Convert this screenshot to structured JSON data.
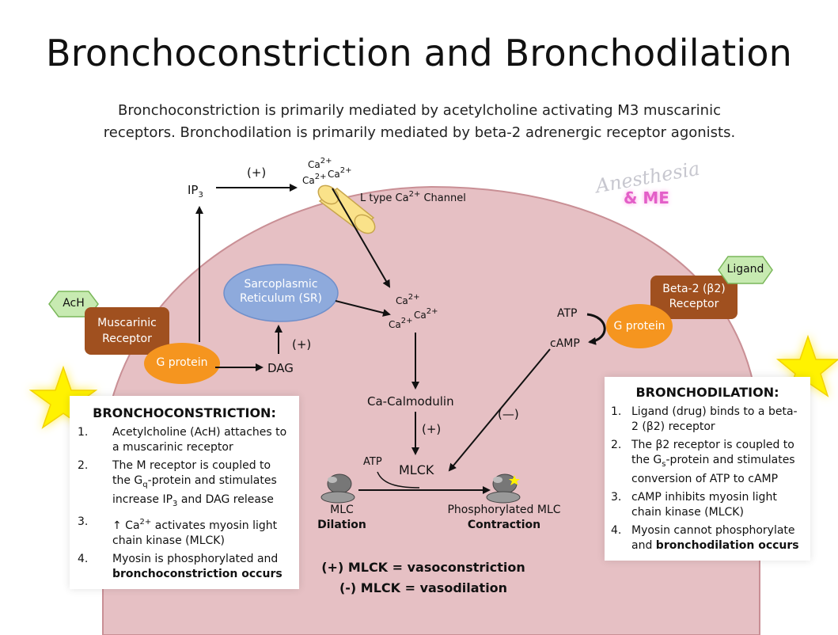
{
  "title": "Bronchoconstriction and Bronchodilation",
  "subtitle_line1": "Bronchoconstriction is primarily mediated by acetylcholine activating M3 muscarinic",
  "subtitle_line2": "receptors. Bronchodilation is primarily mediated by beta-2 adrenergic receptor agonists.",
  "brand": {
    "script": "Anesthesia",
    "me": "& ME"
  },
  "colors": {
    "cell": "#e6c0c4",
    "cell_border": "#c98f95",
    "receptor": "#a0501f",
    "g_protein": "#f5951f",
    "ligand": "#c7eab1",
    "sr": "#8eaadc",
    "channel": "#fae28a",
    "star": "#fff200"
  },
  "labels": {
    "ip3": "IP",
    "ip3_sub": "3",
    "plus_top": "(+)",
    "ca": "Ca",
    "ca_sup": "2+",
    "l_type": "L type Ca",
    "l_type_sup": "2+",
    "l_type_end": " Channel",
    "sr_line1": "Sarcoplasmic",
    "sr_line2": "Reticulum (SR)",
    "ach": "AcH",
    "muscarinic_line1": "Muscarinic",
    "muscarinic_line2": "Receptor",
    "g_protein": "G protein",
    "dag": "DAG",
    "plus_dag": "(+)",
    "ca_calmodulin": "Ca-Calmodulin",
    "plus_mlck": "(+)",
    "minus": "(—)",
    "atp": "ATP",
    "camp": "cAMP",
    "mlck": "MLCK",
    "atp_mlc": "ATP",
    "mlc": "MLC",
    "dilation": "Dilation",
    "phos_mlc": "Phosphorylated MLC",
    "contraction": "Contraction",
    "ligand": "Ligand",
    "beta_line1": "Beta-2 (β2)",
    "beta_line2": "Receptor",
    "g_protein_right": "G protein",
    "vaso_line1": "(+) MLCK = vasoconstriction",
    "vaso_line2": "(-) MLCK = vasodilation"
  },
  "constriction": {
    "heading": "BRONCHOCONSTRICTION:",
    "items": [
      {
        "num": "1.",
        "text": "Acetylcholine (AcH) attaches to a muscarinic receptor"
      },
      {
        "num": "2.",
        "text_a": "The M receptor is coupled to the G",
        "sub": "q",
        "text_b": "-protein and stimulates increase IP",
        "sub2": "3",
        "text_c": " and DAG release"
      },
      {
        "num": "3.",
        "text_a": "↑ Ca",
        "sup": "2+",
        "text_b": " activates myosin light chain kinase (MLCK)"
      },
      {
        "num": "4.",
        "text_a": "Myosin is phosphorylated and ",
        "bold": "bronchoconstriction occurs"
      }
    ]
  },
  "dilation_box": {
    "heading": "BRONCHODILATION:",
    "items": [
      {
        "num": "1.",
        "text": "Ligand (drug) binds to a beta-2 (β2) receptor"
      },
      {
        "num": "2.",
        "text_a": "The β2 receptor is coupled to the G",
        "sub": "s",
        "text_b": "-protein and stimulates conversion of ATP to cAMP"
      },
      {
        "num": "3.",
        "text": "cAMP inhibits myosin light chain kinase (MLCK)"
      },
      {
        "num": "4.",
        "text_a": "Myosin cannot phosphorylate and ",
        "bold": "bronchodilation occurs"
      }
    ]
  }
}
